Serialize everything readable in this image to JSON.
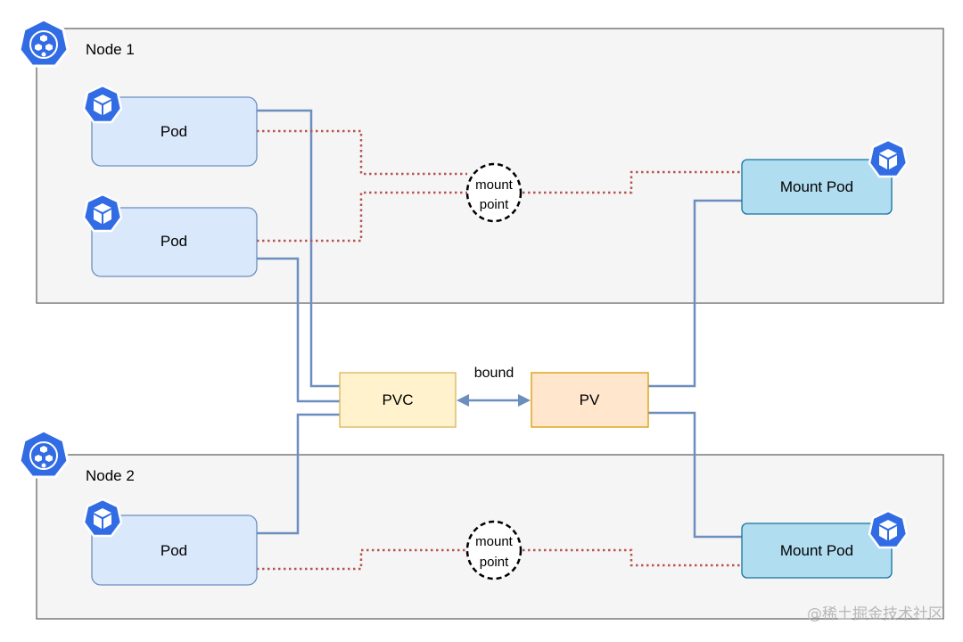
{
  "nodes": [
    {
      "label": "Node 1"
    },
    {
      "label": "Node 2"
    }
  ],
  "pods": [
    {
      "label": "Pod"
    },
    {
      "label": "Pod"
    },
    {
      "label": "Pod"
    }
  ],
  "mount_pods": [
    {
      "label": "Mount Pod"
    },
    {
      "label": "Mount Pod"
    }
  ],
  "mount_points": [
    {
      "line1": "mount",
      "line2": "point"
    },
    {
      "line1": "mount",
      "line2": "point"
    }
  ],
  "pvc": {
    "label": "PVC"
  },
  "pv": {
    "label": "PV"
  },
  "bound_label": "bound",
  "watermark": "@稀土掘金技术社区",
  "colors": {
    "node_fill": "#f5f5f5",
    "node_stroke": "#666666",
    "pod_fill": "#dae8fc",
    "pod_stroke": "#6c8ebf",
    "mount_pod_fill": "#b1ddf0",
    "mount_pod_stroke": "#10739e",
    "pvc_fill": "#fff2cc",
    "pvc_stroke": "#d6b656",
    "pv_fill": "#ffe6cc",
    "pv_stroke": "#d79b00",
    "solid_line": "#6c8ebf",
    "dotted_line": "#b85450",
    "k8s_blue": "#326ce5"
  },
  "icons": [
    "kubernetes-node-icon",
    "kubernetes-pod-icon"
  ]
}
